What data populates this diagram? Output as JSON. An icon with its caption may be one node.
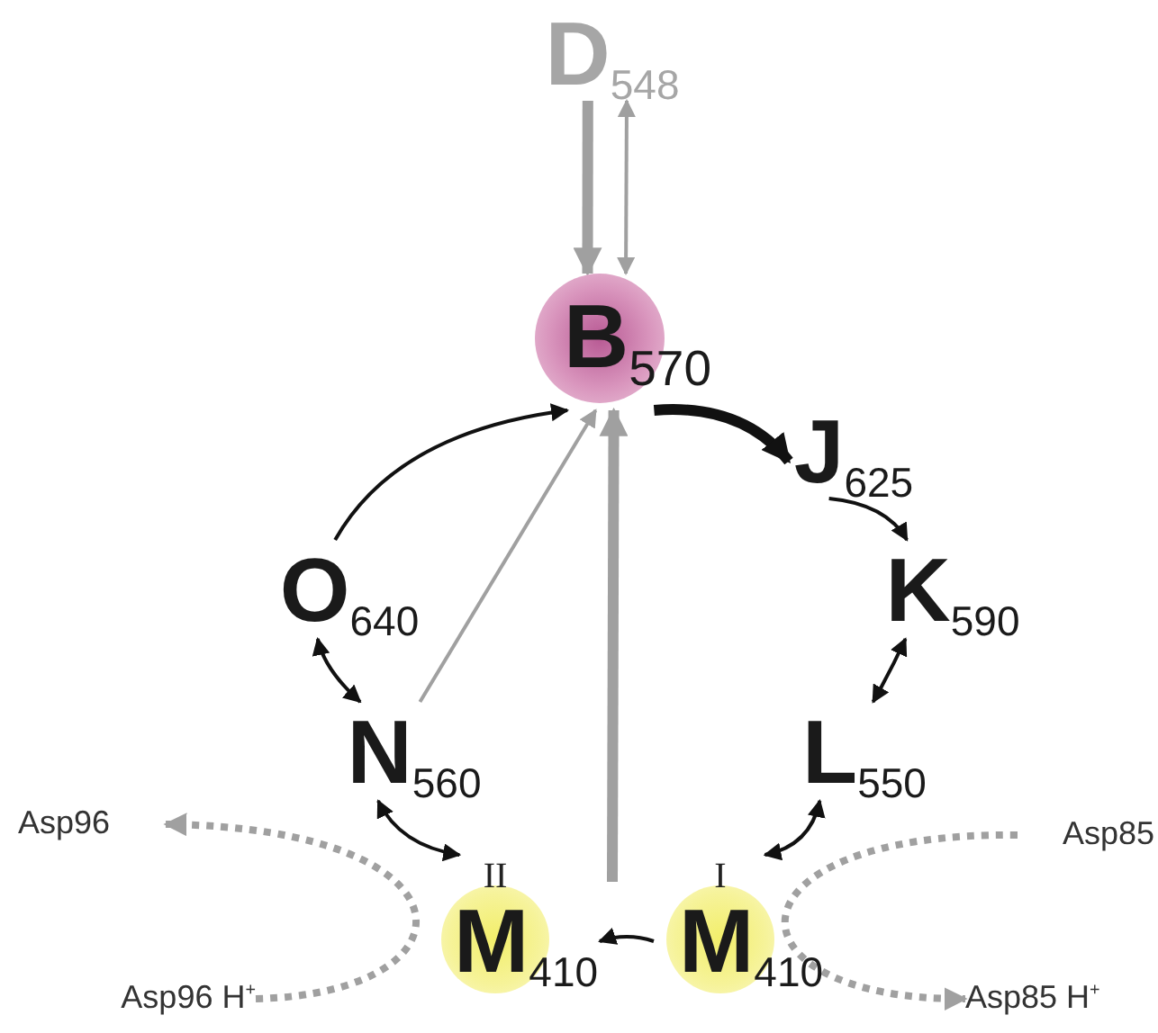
{
  "diagram": {
    "nodes": [
      {
        "text": [
          "D$_{548}$"
        ]
      },
      {
        "text": [
          "B$_{570}$"
        ]
      },
      {
        "text": [
          "J$_{625}$"
        ]
      },
      {
        "text": [
          "K$_{590}$"
        ]
      },
      {
        "text": [
          "L$_{550}$"
        ]
      },
      {
        "text": [
          "M$_{410}$"
        ],
        "beside": [
          "I"
        ]
      },
      {
        "text": [
          "M$_{410}$"
        ],
        "beside": [
          "II"
        ]
      },
      {
        "text": [
          "N$_{560}$"
        ]
      },
      {
        "text": [
          "O$_{640}$"
        ]
      },
      {
        "text": [
          "Asp96"
        ]
      },
      {
        "text": [
          "Asp96 H$^{+}$"
        ]
      },
      {
        "text": [
          "Asp85"
        ]
      },
      {
        "text": [
          "Asp85 H$^{+}$"
        ]
      }
    ],
    "edges": [
      {
        "from": 0,
        "to": 1,
        "arrow": "to",
        "style": "thick",
        "color": "#a0a0a0"
      },
      {
        "from": 0,
        "to": 1,
        "arrow": "both",
        "color": "#a0a0a0"
      },
      {
        "from": 1,
        "to": 2,
        "arrow": "to",
        "style": "thick"
      },
      {
        "from": 2,
        "to": 3,
        "arrow": "to"
      },
      {
        "from": 3,
        "to": 4,
        "arrow": "both"
      },
      {
        "from": 4,
        "to": 5,
        "arrow": "both"
      },
      {
        "from": 5,
        "to": 6,
        "arrow": "to"
      },
      {
        "from": 6,
        "to": 7,
        "arrow": "both"
      },
      {
        "from": 7,
        "to": 8,
        "arrow": "both"
      },
      {
        "from": 8,
        "to": 1,
        "arrow": "to"
      },
      {
        "from": 7,
        "to": 1,
        "arrow": "to",
        "color": "#a0a0a0"
      },
      {
        "from": null,
        "to": 1,
        "arrow": "to",
        "style": "thick",
        "color": "#a0a0a0"
      },
      {
        "from": 10,
        "to": 9,
        "arrow": "to",
        "style": "dashed",
        "color": "#a0a0a0"
      },
      {
        "from": 11,
        "to": 12,
        "arrow": "to",
        "style": "dashed",
        "color": "#a0a0a0"
      }
    ]
  }
}
